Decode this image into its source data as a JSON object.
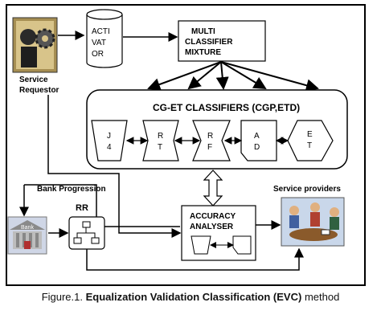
{
  "diagram": {
    "service_requestor": "Service Requestor",
    "activator": [
      "ACTI",
      "VAT",
      "OR"
    ],
    "multi_classifier": [
      "MULTI",
      "CLASSIFIER",
      "MIXTURE"
    ],
    "cg_et_title": "CG-ET CLASSIFIERS (CGP,ETD)",
    "classifiers": [
      {
        "l1": "J",
        "l2": "4"
      },
      {
        "l1": "R",
        "l2": "T"
      },
      {
        "l1": "R",
        "l2": "F"
      },
      {
        "l1": "A",
        "l2": "D"
      },
      {
        "l1": "E",
        "l2": "T"
      }
    ],
    "bank_progression": "Bank Progression",
    "rr": "RR",
    "bank_sign": "Bank",
    "accuracy_analyser": [
      "ACCURACY",
      "ANALYSER"
    ],
    "service_providers": "Service providers"
  },
  "caption": {
    "prefix": "Figure.1. ",
    "bold": "Equalization Validation Classification (EVC)",
    "suffix": " method"
  }
}
